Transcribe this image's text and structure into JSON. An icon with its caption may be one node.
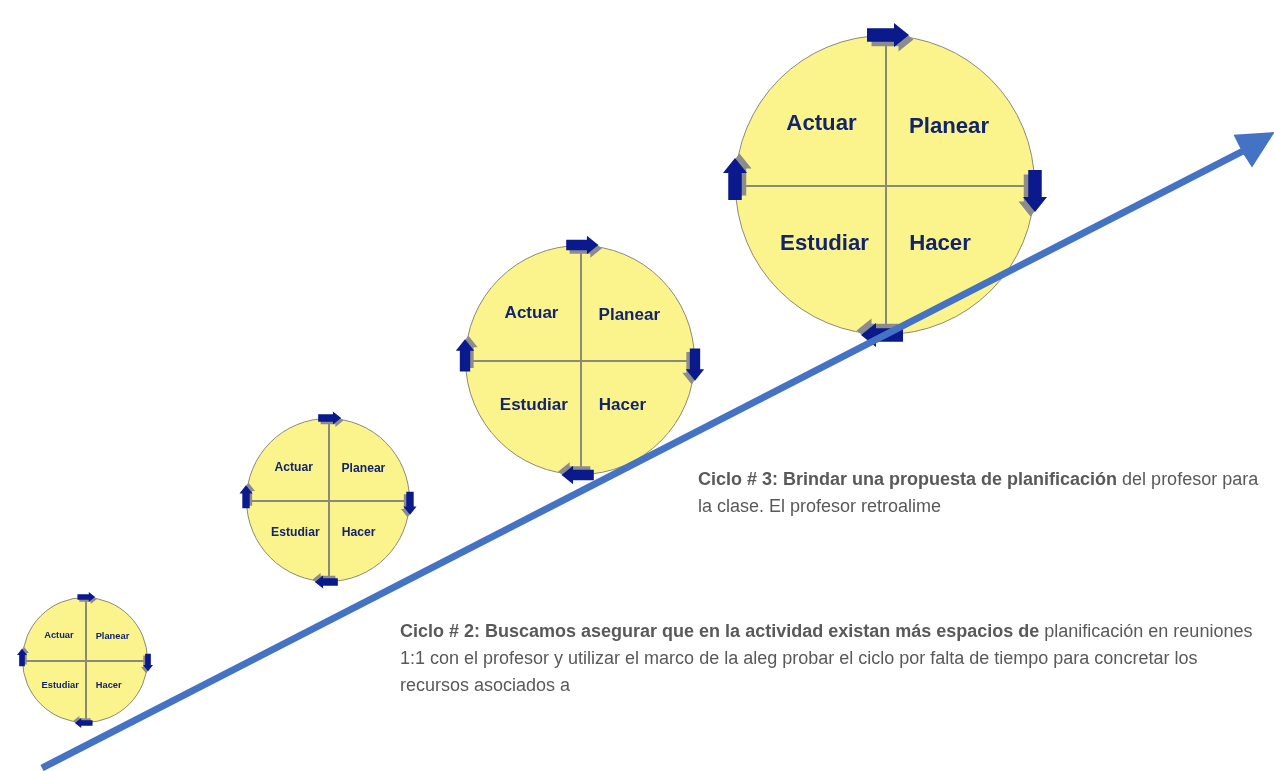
{
  "diagram": {
    "nodes": [
      {
        "text": [
          "Actuar",
          "Planear",
          "Estudiar",
          "Hacer"
        ]
      },
      {
        "text": [
          "Actuar",
          "Planear",
          "Estudiar",
          "Hacer"
        ]
      },
      {
        "text": [
          "Actuar",
          "Planear",
          "Estudiar",
          "Hacer"
        ]
      },
      {
        "text": [
          "Actuar",
          "Planear",
          "Estudiar",
          "Hacer"
        ]
      }
    ],
    "labels": [
      "**Ciclo # 3: Brindar una propuesta de planificación** del profesor para la clase. El profesor retroalime",
      "**Ciclo # 2: Buscamos asegurar que en la actividad existan más espacios de** planificación en reuniones 1:1 con el profesor y utilizar el marco de la aleg probar el ciclo por falta de tiempo para concretar los recursos asociados a"
    ]
  }
}
